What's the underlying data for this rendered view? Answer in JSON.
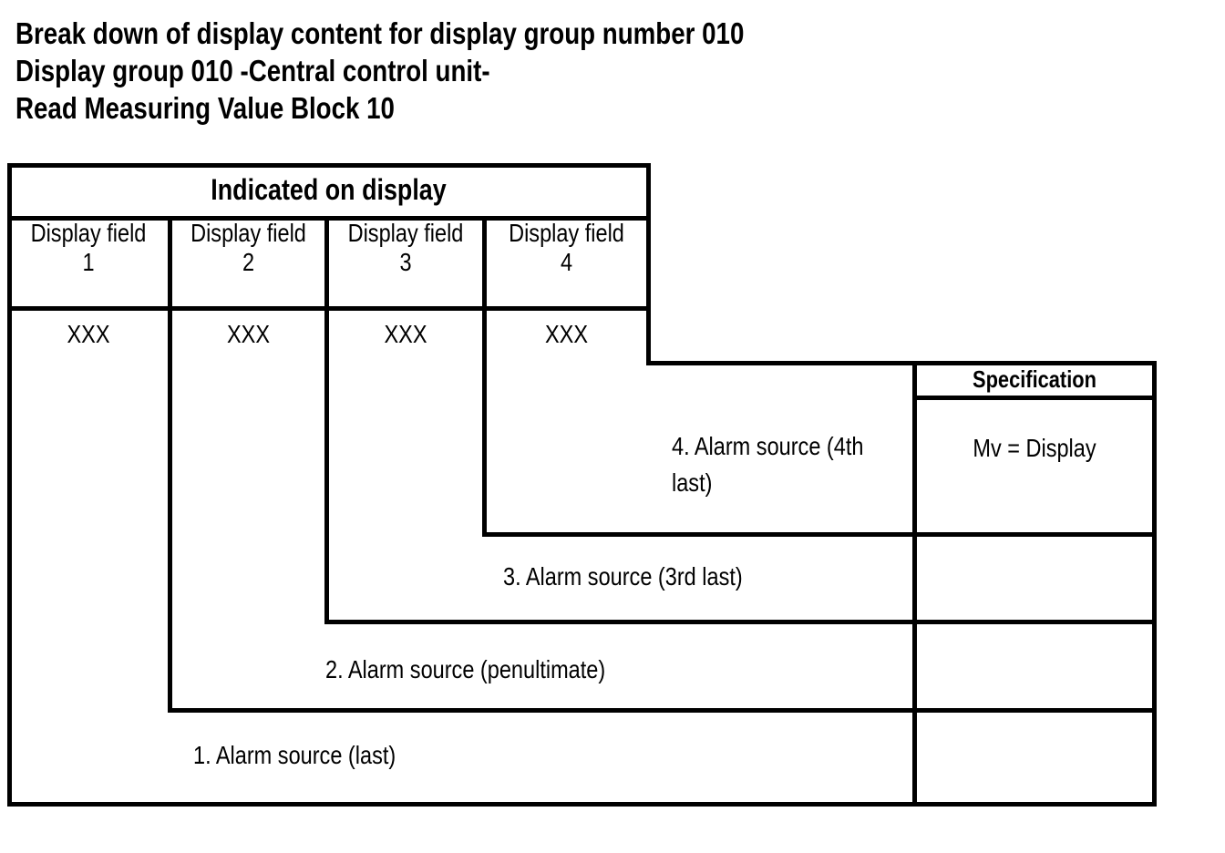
{
  "title": {
    "line1": "Break down of display content for display group number 010",
    "line2": "Display group 010 -Central control unit-",
    "line3": "Read Measuring Value Block 10"
  },
  "table": {
    "indicated_header": "Indicated on display",
    "columns": [
      {
        "label": "Display field",
        "number": "1",
        "value": "XXX"
      },
      {
        "label": "Display field",
        "number": "2",
        "value": "XXX"
      },
      {
        "label": "Display field",
        "number": "3",
        "value": "XXX"
      },
      {
        "label": "Display field",
        "number": "4",
        "value": "XXX"
      }
    ],
    "spec_header": "Specification",
    "spec_value": "Mv = Display",
    "alarm_rows": [
      {
        "label": "4. Alarm source (4th last)"
      },
      {
        "label": "3. Alarm source (3rd last)"
      },
      {
        "label": "2. Alarm source (penultimate)"
      },
      {
        "label": "1. Alarm source (last)"
      }
    ]
  },
  "colors": {
    "background": "#ffffff",
    "line": "#000000",
    "text": "#000000"
  }
}
